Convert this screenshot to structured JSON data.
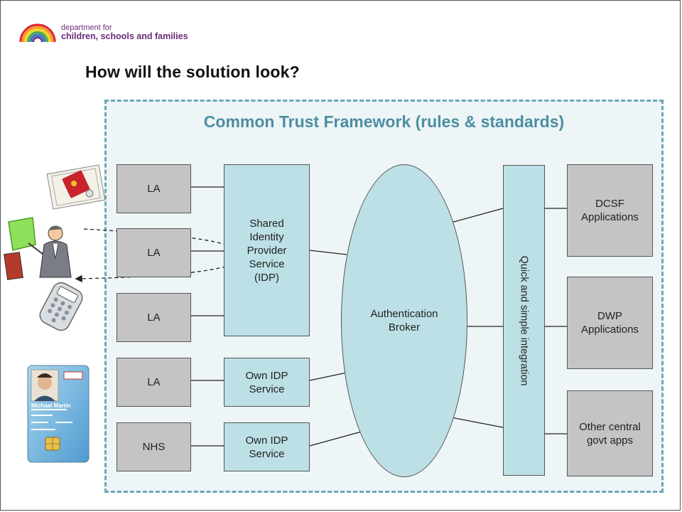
{
  "logo": {
    "line1": "department for",
    "line2": "children, schools and families"
  },
  "title": "How will the solution look?",
  "framework": {
    "title": "Common Trust Framework (rules & standards)"
  },
  "left_boxes": [
    "LA",
    "LA",
    "LA",
    "LA",
    "NHS"
  ],
  "shared_idp": "Shared Identity Provider Service (IDP)",
  "own_idp": [
    "Own IDP Service",
    "Own IDP Service"
  ],
  "broker": "Authentication Broker",
  "integration": "Quick and simple integration",
  "apps": [
    "DCSF Applications",
    "DWP Applications",
    "Other central govt apps"
  ],
  "id_card": {
    "name": "Michael Martin"
  },
  "colors": {
    "accent": "#4c8ea1",
    "box_blue": "#bde0e6",
    "box_grey": "#c4c4c4",
    "dashed_border": "#6aa8b8"
  },
  "icons": [
    "rainbow-logo-icon",
    "certificate-icon",
    "presenter-person-icon",
    "calculator-token-icon",
    "id-card-icon"
  ]
}
